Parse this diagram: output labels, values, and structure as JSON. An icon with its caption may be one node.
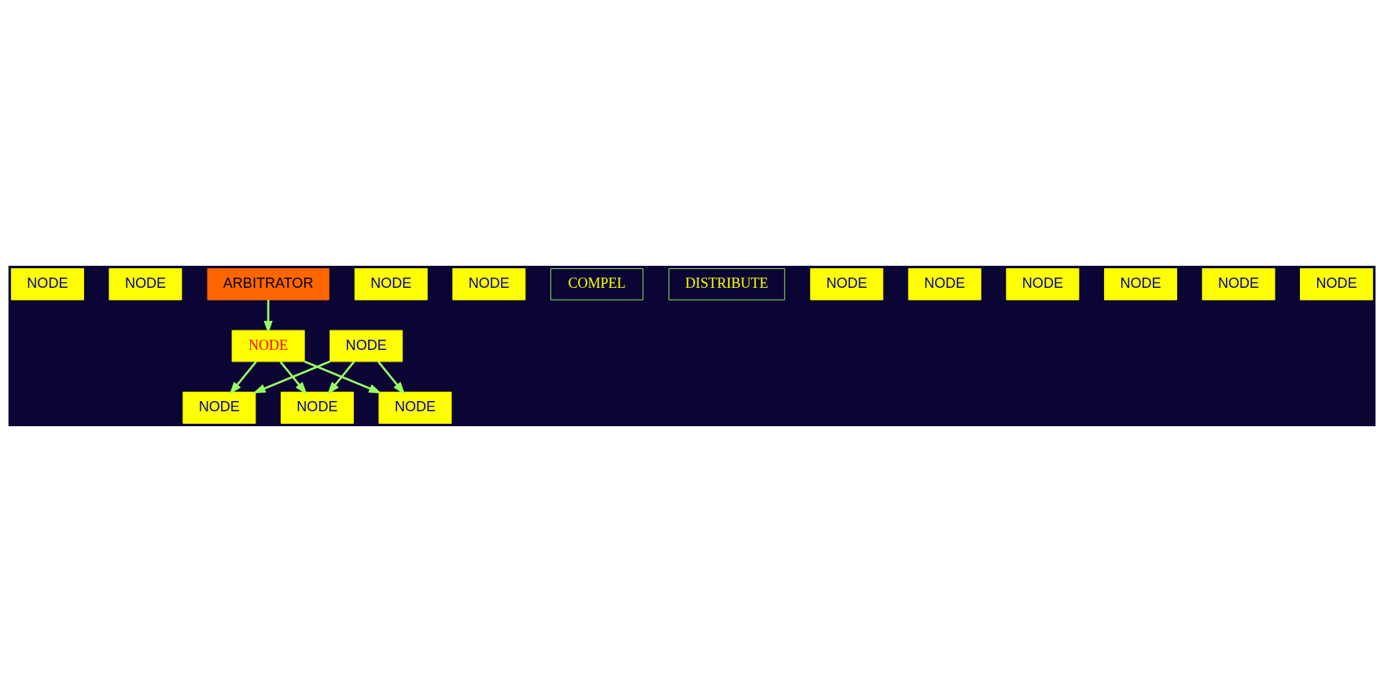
{
  "diagram": {
    "nodes": [
      {
        "text": [
          "NODE"
        ]
      },
      {
        "text": [
          "NODE"
        ]
      },
      {
        "text": [
          "NODE"
        ]
      },
      {
        "text": [
          "NODE"
        ]
      },
      {
        "text": [
          "NODE"
        ]
      },
      {
        "text": [
          "NODE"
        ]
      },
      {
        "text": [
          "COMPEL"
        ]
      },
      {
        "text": [
          "DISTRIBUTE"
        ]
      },
      {
        "text": [
          "NODE"
        ]
      },
      {
        "text": [
          "NODE"
        ]
      },
      {
        "text": [
          "ARBITRATOR"
        ]
      },
      {
        "text": [
          "NODE"
        ]
      },
      {
        "text": [
          "NODE"
        ]
      },
      {
        "text": [
          "NODE"
        ]
      },
      {
        "text": [
          "NODE"
        ]
      },
      {
        "text": [
          "NODE"
        ]
      },
      {
        "text": [
          "NODE"
        ]
      },
      {
        "text": [
          "NODE"
        ]
      }
    ],
    "edges": [
      {
        "from": 10,
        "to": 2,
        "arrow": "to"
      },
      {
        "from": 2,
        "to": 12,
        "arrow": "to"
      },
      {
        "from": 2,
        "to": 17,
        "arrow": "to"
      },
      {
        "from": 2,
        "to": 14,
        "arrow": "to"
      },
      {
        "from": 5,
        "to": 12,
        "arrow": "to"
      },
      {
        "from": 5,
        "to": 17,
        "arrow": "to"
      },
      {
        "from": 5,
        "to": 14,
        "arrow": "to"
      }
    ]
  }
}
